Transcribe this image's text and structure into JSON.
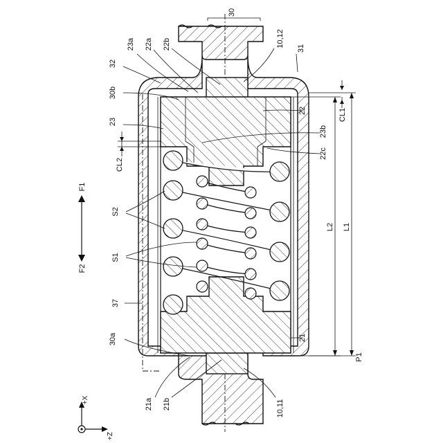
{
  "labels": {
    "ref_30_top": "30",
    "ref_23a": "23a",
    "ref_22a": "22a",
    "ref_22b": "22b",
    "ref_1012": "10,12",
    "ref_31": "31",
    "ref_32": "32",
    "ref_30b": "30b",
    "ref_22": "22",
    "ref_23": "23",
    "ref_23b": "23b",
    "ref_CL1": "CL1",
    "ref_CL2": "CL2",
    "ref_22c": "22c",
    "ref_F1": "F1",
    "ref_F2": "F2",
    "ref_S2": "S2",
    "ref_S1": "S1",
    "ref_L2": "L2",
    "ref_L1": "L1",
    "ref_37": "37",
    "ref_30a": "30a",
    "ref_21": "21",
    "ref_P1": "P1",
    "ref_21a": "21a",
    "ref_21b": "21b",
    "ref_1011": "10,11"
  },
  "axes": {
    "x_label": "+X",
    "z_label": "+Z"
  }
}
